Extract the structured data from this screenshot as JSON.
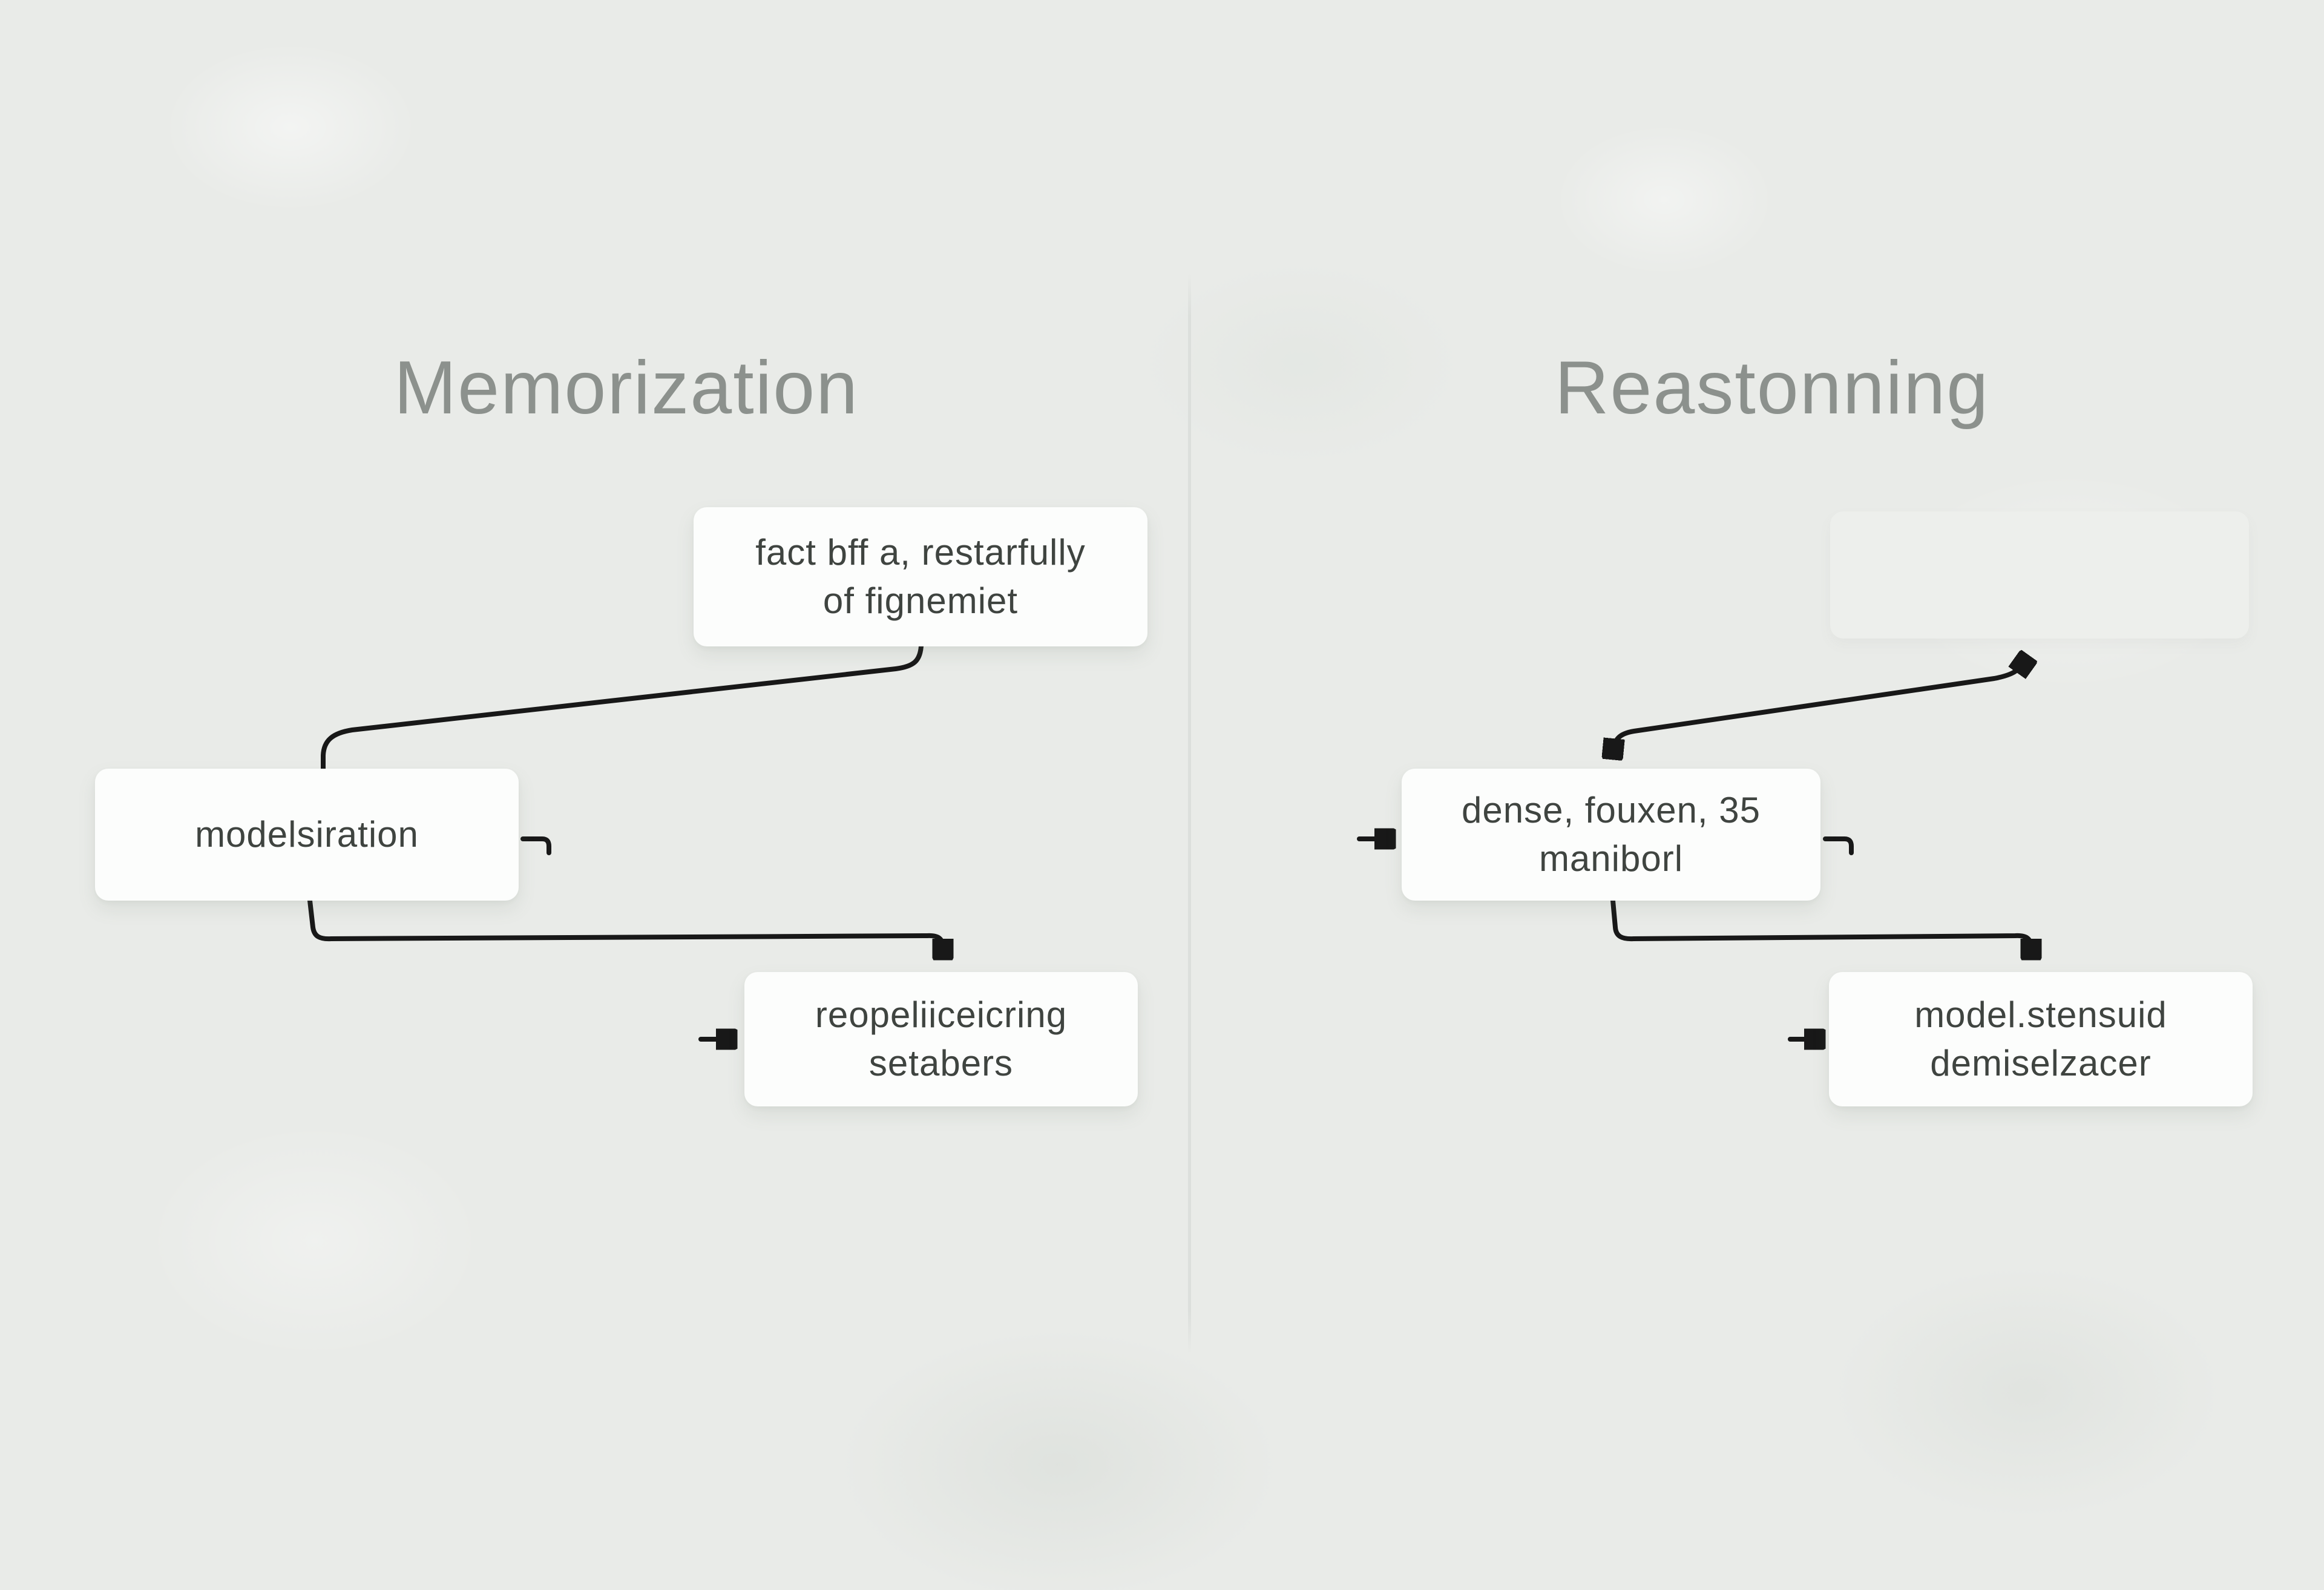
{
  "colors": {
    "background": "#e9ebe8",
    "box_background": "#fcfdfc",
    "ghost_box_background": "#edefec",
    "title_text": "#8c918d",
    "box_text": "#3f4440",
    "arrow": "#181818",
    "divider": "#dcdfdc"
  },
  "left_panel": {
    "title": "Memorization",
    "top_box": {
      "line1": "fact bff a, restarfully",
      "line2": "of fignemiet"
    },
    "middle_box": {
      "line1": "modelsiration",
      "line2": ""
    },
    "bottom_box": {
      "line1": "reopeliiceicring",
      "line2": "setabers"
    }
  },
  "right_panel": {
    "title": "Reastonning",
    "top_box": {
      "line1": "",
      "line2": ""
    },
    "middle_box": {
      "line1": "dense, fouxen, 35",
      "line2": "maniborl"
    },
    "bottom_box": {
      "line1": "model.stensuid",
      "line2": "demiselzacer"
    }
  }
}
